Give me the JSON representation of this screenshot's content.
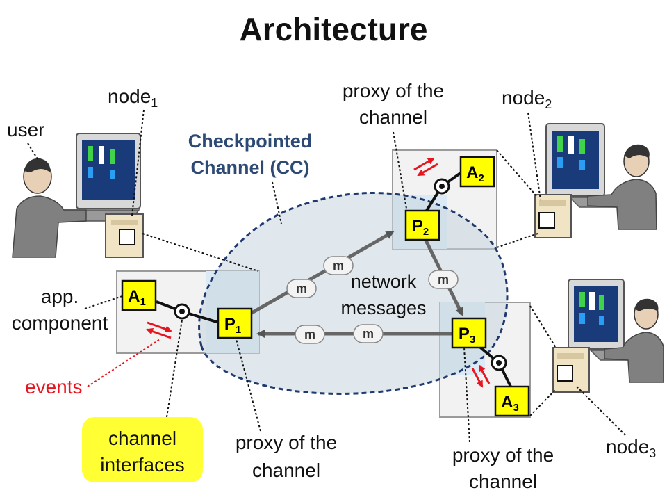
{
  "title": "Architecture",
  "cc_label": [
    "Checkpointed",
    "Channel (CC)"
  ],
  "labels": {
    "user": "user",
    "node1": "node",
    "node1_sub": "1",
    "node2": "node",
    "node2_sub": "2",
    "node3": "node",
    "node3_sub": "3",
    "proxy_top": [
      "proxy of the",
      "channel"
    ],
    "proxy_bottom_left": [
      "proxy of the",
      "channel"
    ],
    "proxy_bottom_right": [
      "proxy of the",
      "channel"
    ],
    "app_component": [
      "app.",
      "component"
    ],
    "events": "events",
    "channel_interfaces": [
      "channel",
      "interfaces"
    ],
    "network_messages": [
      "network",
      "messages"
    ]
  },
  "boxes": {
    "A1": {
      "letter": "A",
      "sub": "1"
    },
    "A2": {
      "letter": "A",
      "sub": "2"
    },
    "A3": {
      "letter": "A",
      "sub": "3"
    },
    "P1": {
      "letter": "P",
      "sub": "1"
    },
    "P2": {
      "letter": "P",
      "sub": "2"
    },
    "P3": {
      "letter": "P",
      "sub": "3"
    }
  },
  "message_label": "m",
  "colors": {
    "box_fill": "#ffff00",
    "cc_fill": "#c9d5df",
    "cc_border": "#1f3a6e",
    "cc_text": "#2c4a74",
    "events": "#e8141e",
    "highlight": "#ffff33",
    "node_panel": "#f2f2f2",
    "proxy_panel": "#dbeaf5"
  }
}
